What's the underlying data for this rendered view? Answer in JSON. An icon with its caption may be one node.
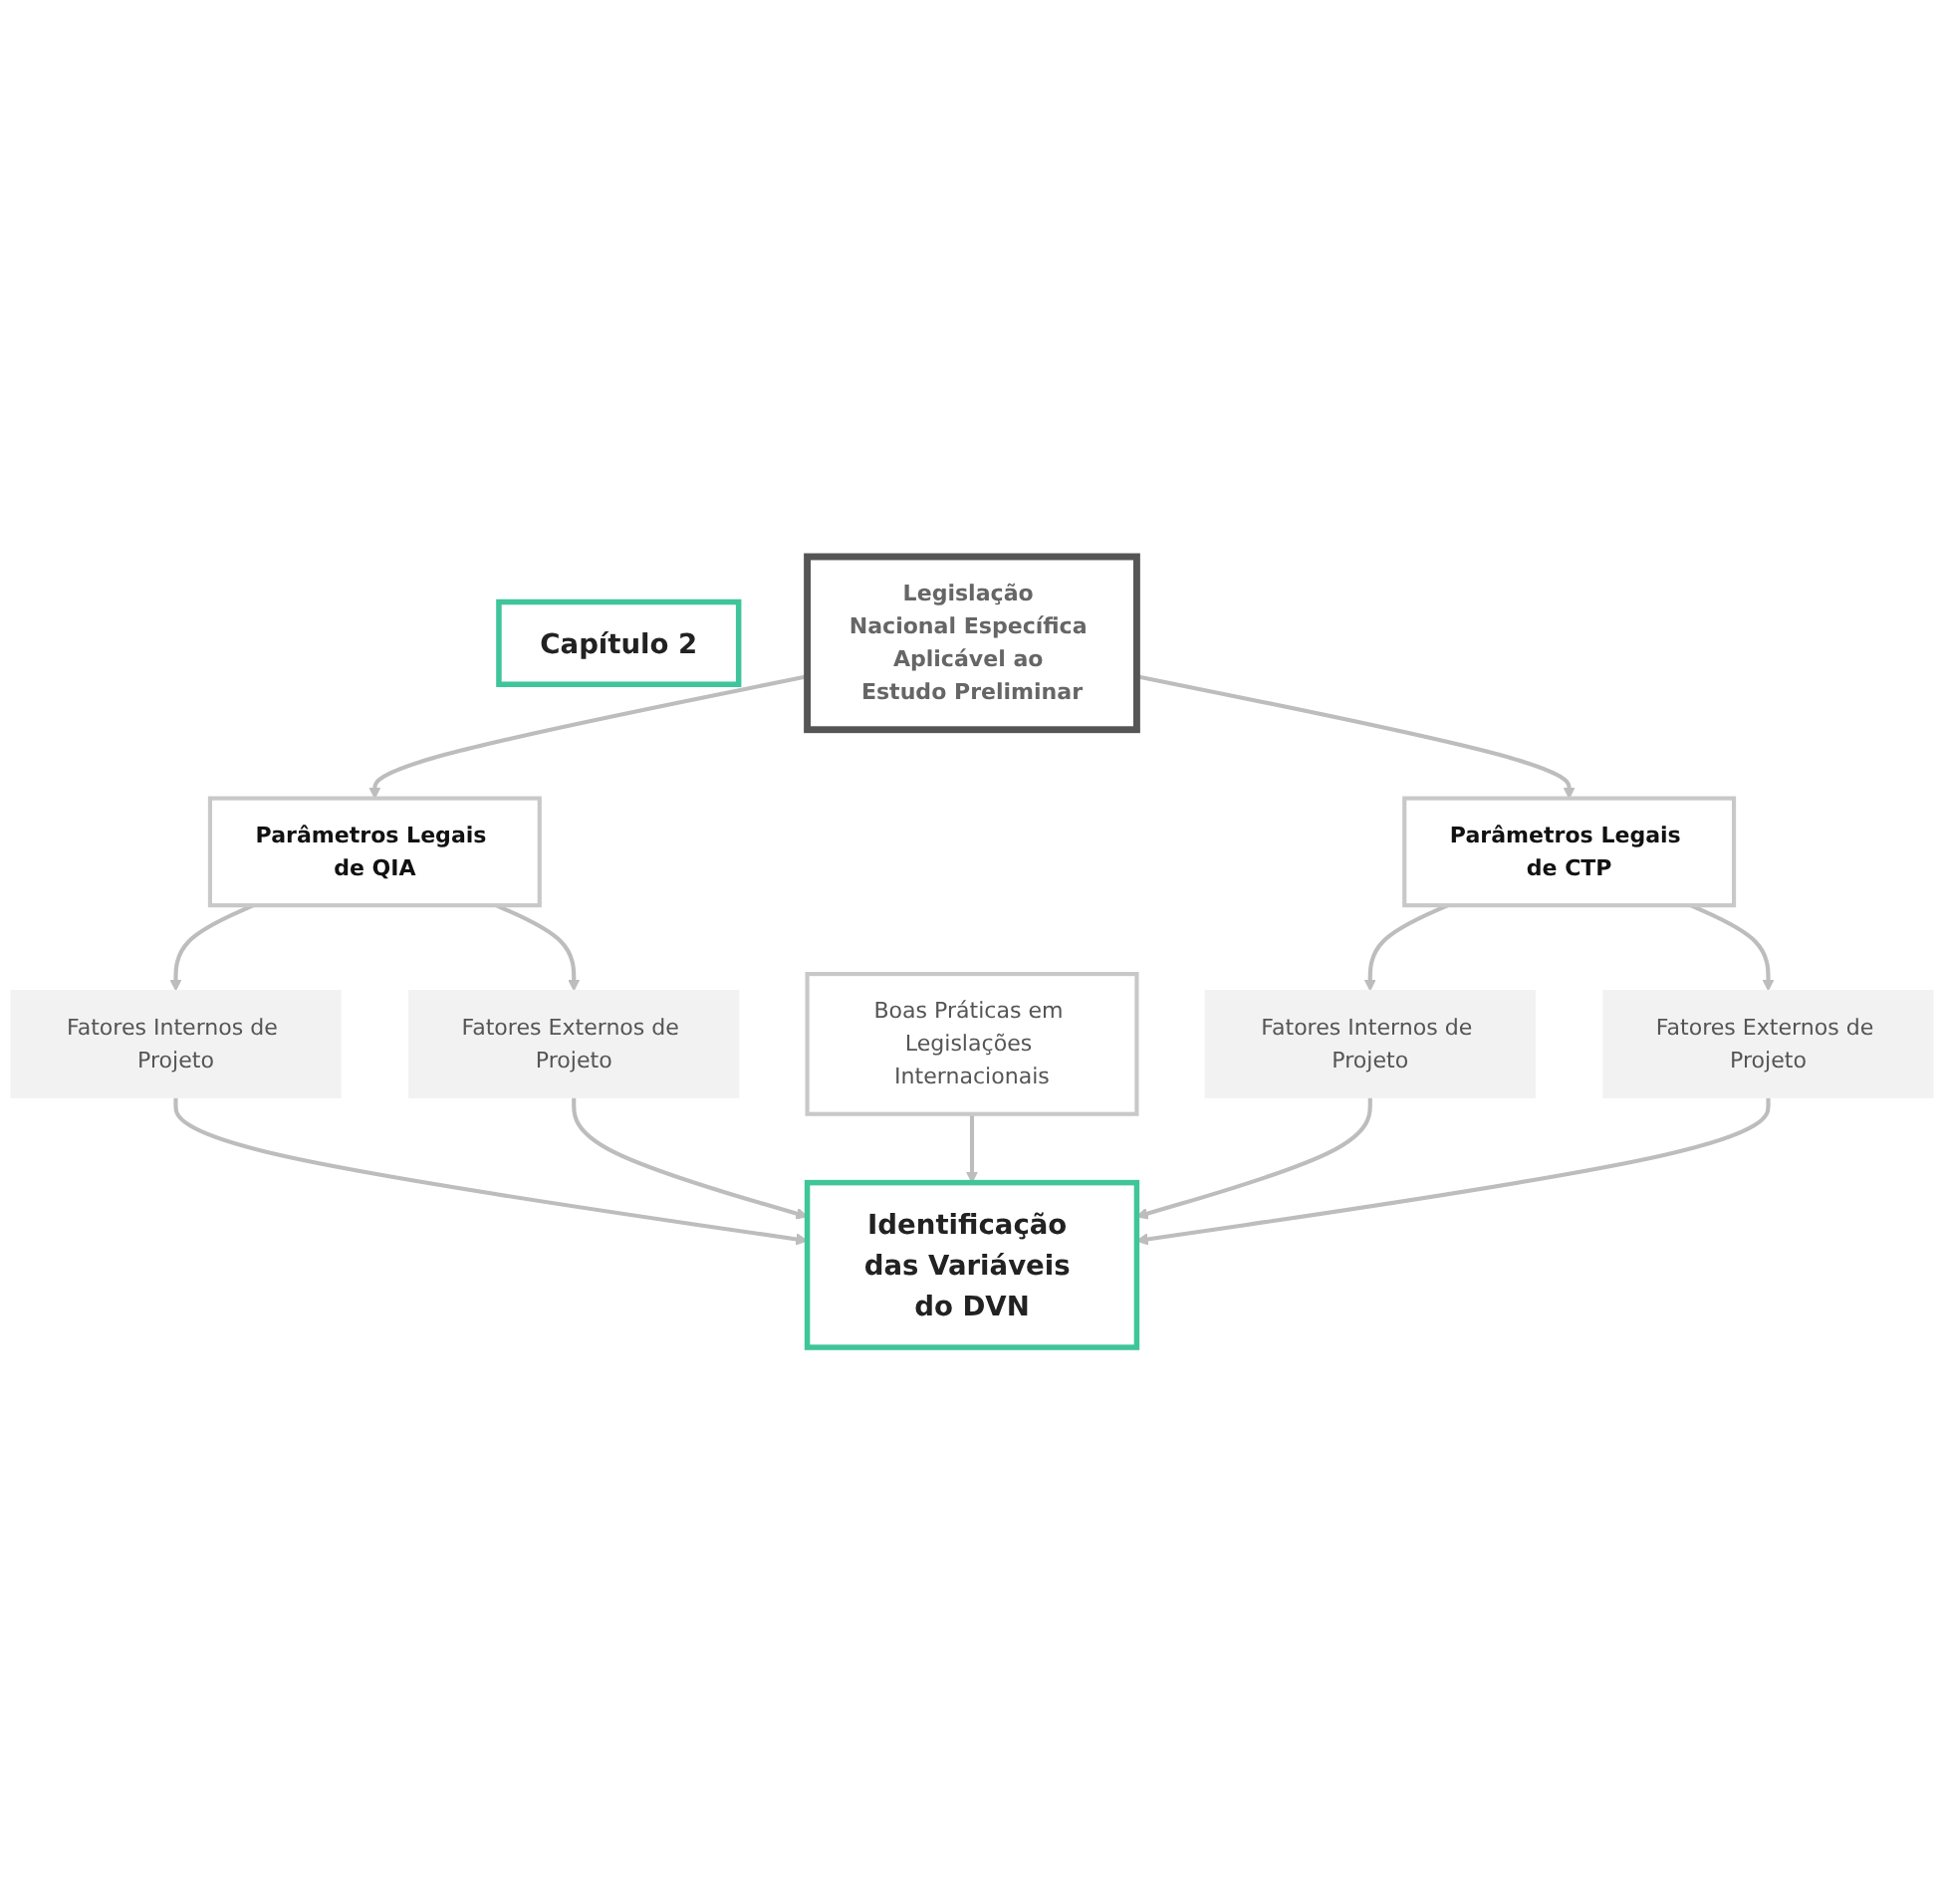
{
  "diagram": {
    "nodes": [
      {
        "text": [
          "Capítulo 2"
        ]
      },
      {
        "text": [
          "Legislação Nacional Específica Aplicável ao Estudo Preliminar"
        ]
      },
      {
        "text": [
          "Parâmetros Legais de QIA"
        ]
      },
      {
        "text": [
          "Parâmetros Legais de CTP"
        ]
      },
      {
        "text": [
          "Fatores Internos de Projeto"
        ]
      },
      {
        "text": [
          "Fatores Externos de Projeto"
        ]
      },
      {
        "text": [
          "Fatores Internos de Projeto"
        ]
      },
      {
        "text": [
          "Fatores Externos de Projeto"
        ]
      },
      {
        "text": [
          "Boas Práticas em Legislações Internacionais"
        ]
      },
      {
        "text": [
          "Identificação das Variáveis do DVN"
        ]
      }
    ],
    "edges": [
      {
        "from": 1,
        "to": 2,
        "arrow": "to"
      },
      {
        "from": 1,
        "to": 3,
        "arrow": "to"
      },
      {
        "from": 2,
        "to": 4,
        "arrow": "to"
      },
      {
        "from": 2,
        "to": 5,
        "arrow": "to"
      },
      {
        "from": 3,
        "to": 6,
        "arrow": "to"
      },
      {
        "from": 3,
        "to": 7,
        "arrow": "to"
      },
      {
        "from": 4,
        "to": 9,
        "arrow": "to"
      },
      {
        "from": 5,
        "to": 9,
        "arrow": "to"
      },
      {
        "from": 8,
        "to": 9,
        "arrow": "to"
      },
      {
        "from": 6,
        "to": 9,
        "arrow": "to"
      },
      {
        "from": 7,
        "to": 9,
        "arrow": "to"
      }
    ]
  }
}
